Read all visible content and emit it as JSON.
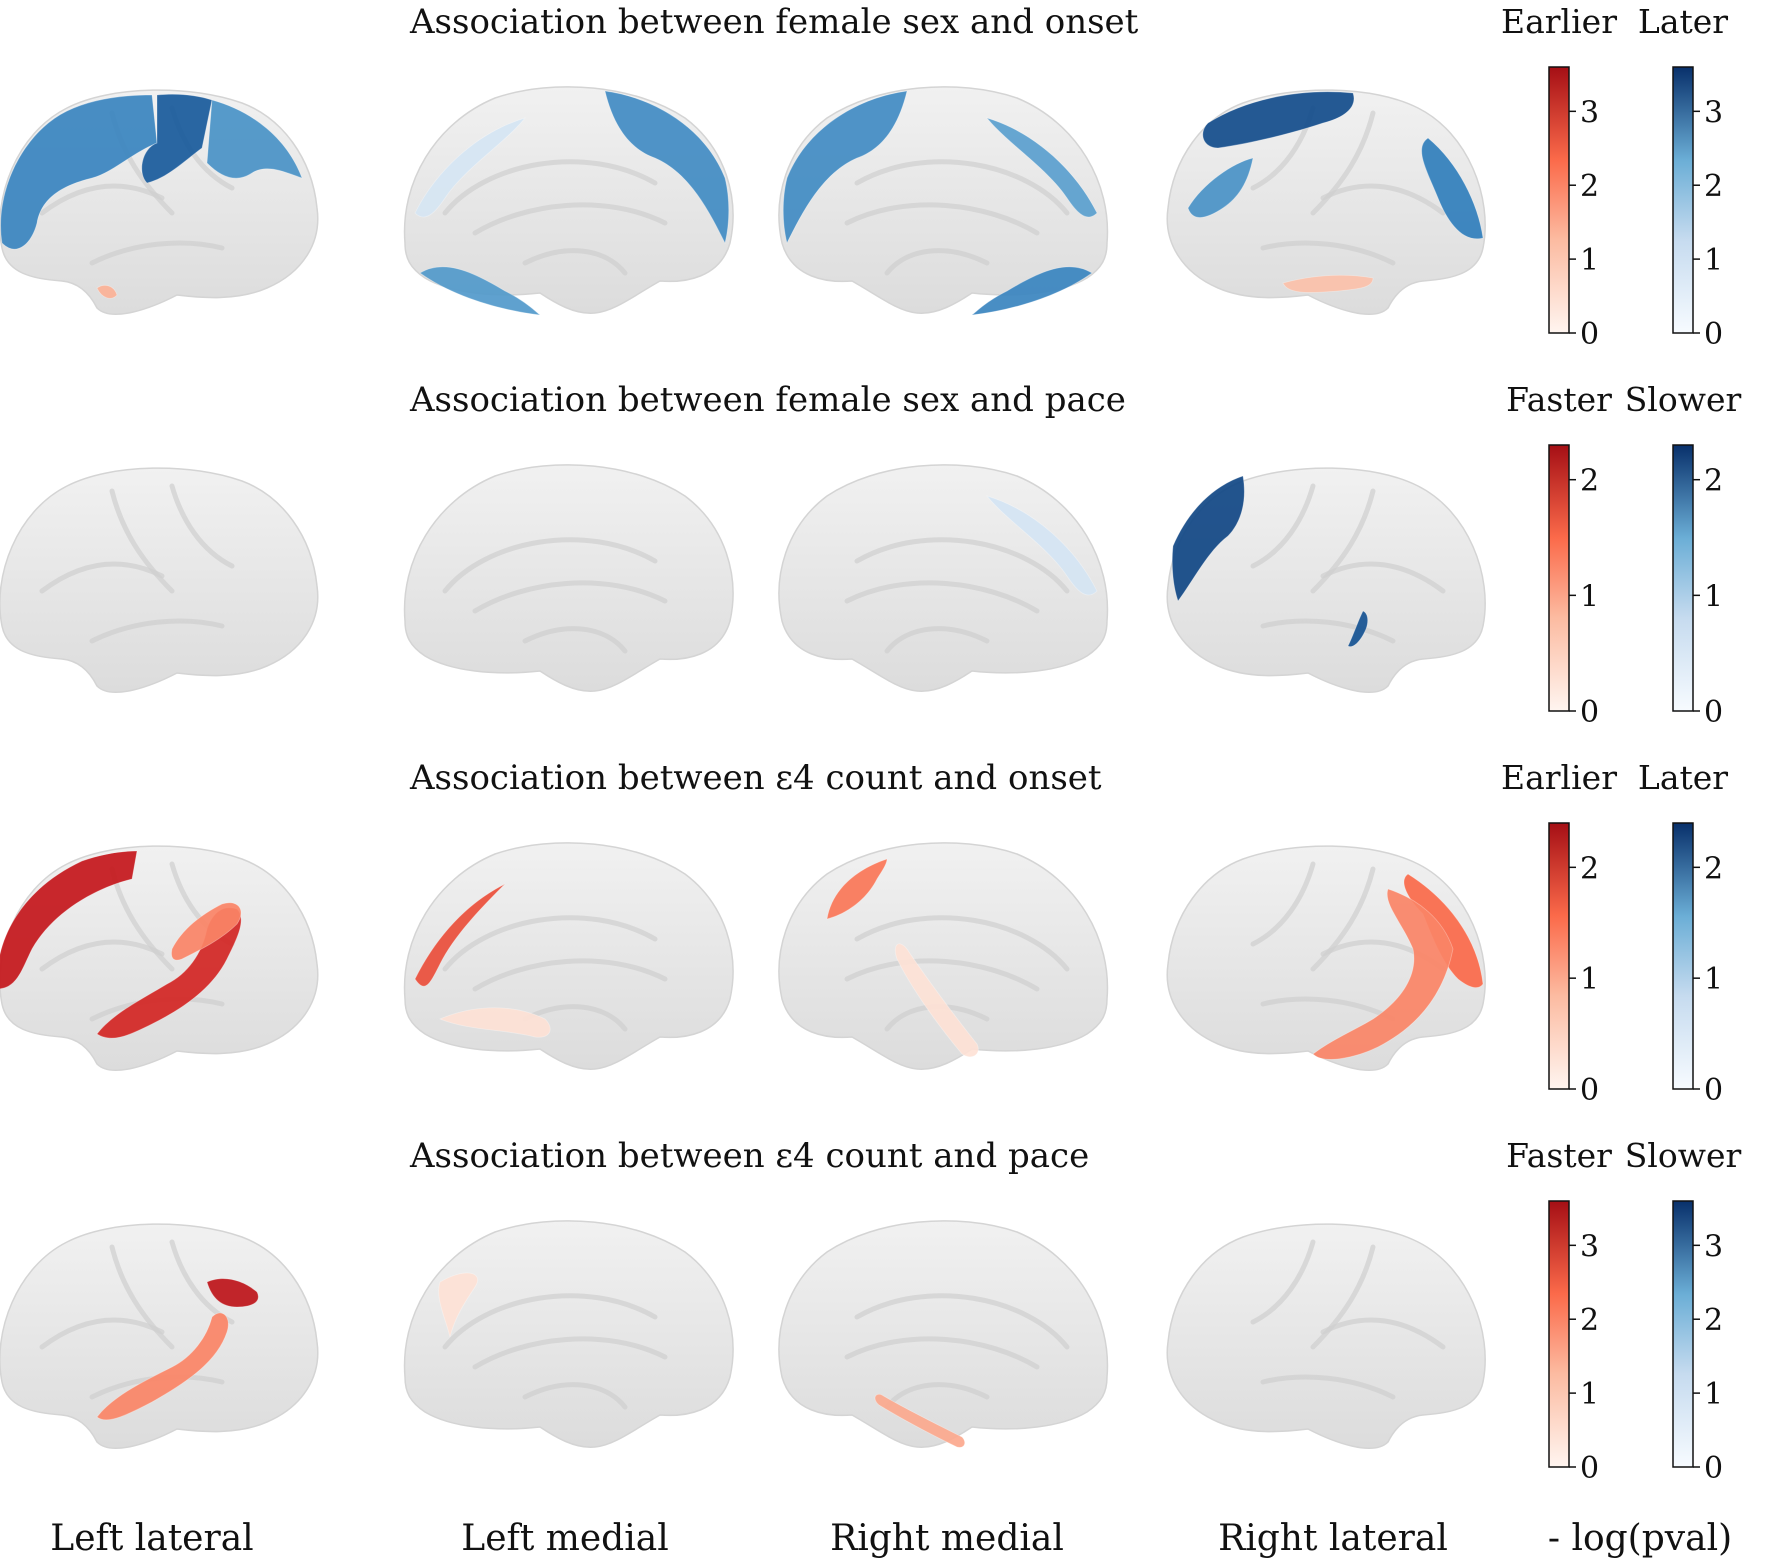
{
  "view_labels": [
    "Left lateral",
    "Left medial",
    "Right medial",
    "Right lateral"
  ],
  "axis_label": "- log(pval)",
  "colors": {
    "negative_direction": "#a50f15",
    "positive_direction": "#08306b",
    "cortex_base": "#e6e6e6"
  },
  "rows": [
    {
      "title": "Association between female sex and onset",
      "left_label": "Earlier",
      "right_label": "Later",
      "colorbar_max": 3.6,
      "ticks": [
        "0",
        "1",
        "2",
        "3"
      ],
      "views": [
        [
          {
            "c": "pos",
            "v": 2.4,
            "s": 0
          },
          {
            "c": "pos",
            "v": 3.0,
            "s": 2
          },
          {
            "c": "pos",
            "v": 2.2,
            "s": 3
          },
          {
            "c": "neg",
            "v": 1.0,
            "s": 12
          }
        ],
        [
          {
            "c": "pos",
            "v": 2.3,
            "s": 10
          },
          {
            "c": "pos",
            "v": 2.1,
            "s": 11
          },
          {
            "c": "pos",
            "v": 0.6,
            "s": 13
          }
        ],
        [
          {
            "c": "pos",
            "v": 2.3,
            "s": 10
          },
          {
            "c": "pos",
            "v": 2.4,
            "s": 11
          },
          {
            "c": "pos",
            "v": 2.0,
            "s": 13
          }
        ],
        [
          {
            "c": "pos",
            "v": 3.2,
            "s": 20
          },
          {
            "c": "pos",
            "v": 2.5,
            "s": 21
          },
          {
            "c": "pos",
            "v": 2.2,
            "s": 22
          },
          {
            "c": "neg",
            "v": 0.8,
            "s": 23
          }
        ]
      ]
    },
    {
      "title": "Association between female sex and pace",
      "left_label": "Faster",
      "right_label": "Slower",
      "colorbar_max": 2.3,
      "ticks": [
        "0",
        "1",
        "2"
      ],
      "views": [
        [],
        [],
        [
          {
            "c": "pos",
            "v": 0.4,
            "s": 13
          }
        ],
        [
          {
            "c": "pos",
            "v": 2.1,
            "s": 24
          },
          {
            "c": "pos",
            "v": 2.0,
            "s": 25
          }
        ]
      ]
    },
    {
      "title": "Association between ε4 count and onset",
      "left_label": "Earlier",
      "right_label": "Later",
      "colorbar_max": 2.4,
      "ticks": [
        "0",
        "1",
        "2"
      ],
      "views": [
        [
          {
            "c": "neg",
            "v": 1.9,
            "s": 4
          },
          {
            "c": "neg",
            "v": 1.7,
            "s": 5
          },
          {
            "c": "neg",
            "v": 1.0,
            "s": 6
          }
        ],
        [
          {
            "c": "neg",
            "v": 1.4,
            "s": 14
          },
          {
            "c": "neg",
            "v": 0.2,
            "s": 15
          }
        ],
        [
          {
            "c": "neg",
            "v": 1.1,
            "s": 16
          },
          {
            "c": "neg",
            "v": 0.2,
            "s": 17
          }
        ],
        [
          {
            "c": "neg",
            "v": 1.2,
            "s": 26
          },
          {
            "c": "neg",
            "v": 1.0,
            "s": 27
          }
        ]
      ]
    },
    {
      "title": "Association between ε4 count and pace",
      "left_label": "Faster",
      "right_label": "Slower",
      "colorbar_max": 3.6,
      "ticks": [
        "0",
        "1",
        "2",
        "3"
      ],
      "views": [
        [
          {
            "c": "neg",
            "v": 1.5,
            "s": 7
          },
          {
            "c": "neg",
            "v": 3.0,
            "s": 8
          }
        ],
        [
          {
            "c": "neg",
            "v": 0.3,
            "s": 18
          }
        ],
        [
          {
            "c": "neg",
            "v": 1.1,
            "s": 19
          }
        ],
        []
      ]
    }
  ]
}
